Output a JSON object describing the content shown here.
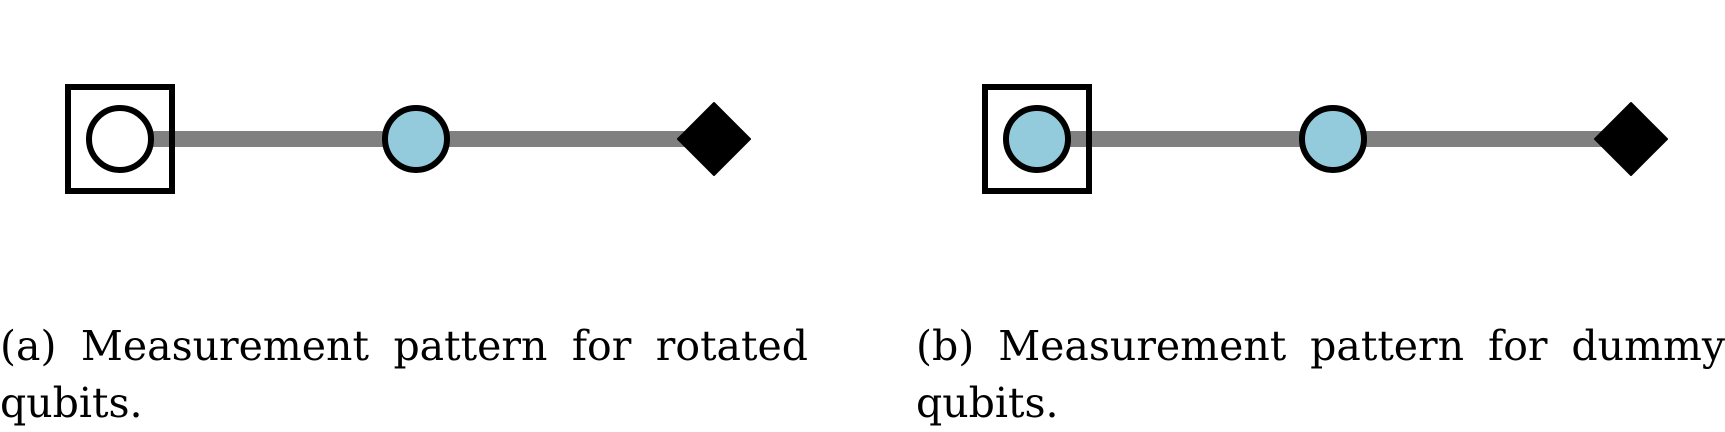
{
  "figures": [
    {
      "id": "a",
      "caption": {
        "line1_words": [
          "(a)",
          "Measurement",
          "pattern",
          "for",
          "rotated"
        ],
        "line2": "qubits."
      },
      "nodes": [
        {
          "shape": "circle",
          "fill": "#ffffff",
          "boxed": true
        },
        {
          "shape": "circle",
          "fill": "#94cbdc",
          "boxed": false
        },
        {
          "shape": "diamond",
          "fill": "#000000",
          "boxed": false
        }
      ]
    },
    {
      "id": "b",
      "caption": {
        "line1_words": [
          "(b)",
          "Measurement",
          "pattern",
          "for",
          "dummy"
        ],
        "line2": "qubits."
      },
      "nodes": [
        {
          "shape": "circle",
          "fill": "#94cbdc",
          "boxed": true
        },
        {
          "shape": "circle",
          "fill": "#94cbdc",
          "boxed": false
        },
        {
          "shape": "diamond",
          "fill": "#000000",
          "boxed": false
        }
      ]
    }
  ],
  "colors": {
    "edge": "#808080",
    "stroke": "#000000",
    "qubit_blue": "#94cbdc"
  }
}
